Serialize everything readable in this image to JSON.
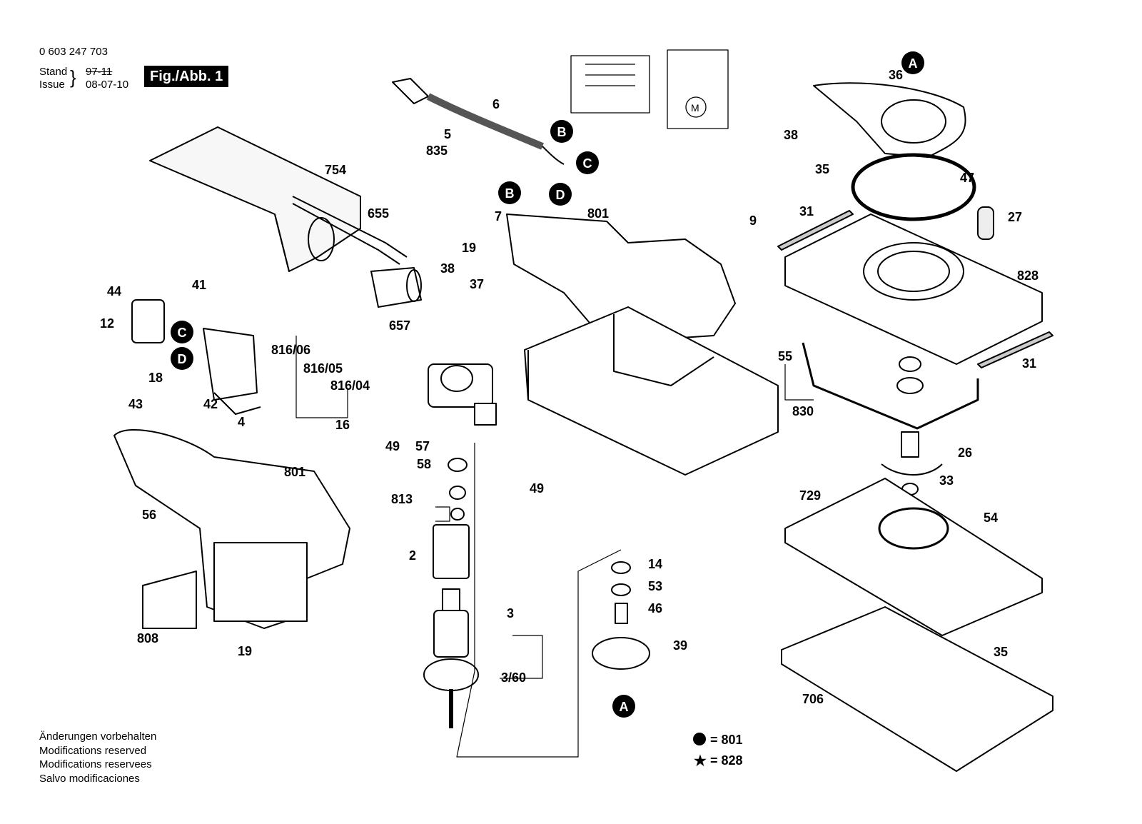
{
  "header": {
    "part_number": "0 603 247 703",
    "stand_label": "Stand",
    "issue_label": "Issue",
    "old_date": "97-11",
    "issue_date": "08-07-10",
    "figure_label": "Fig./Abb. 1"
  },
  "legend": {
    "badge_ref": "= 801",
    "star_ref": "= 828"
  },
  "notes": [
    "Änderungen vorbehalten",
    "Modifications reserved",
    "Modifications reservees",
    "Salvo modificaciones"
  ],
  "callouts": [
    "A",
    "B",
    "C",
    "D"
  ],
  "part_labels": [
    "6",
    "5",
    "835",
    "754",
    "655",
    "657",
    "7",
    "801",
    "9",
    "19",
    "38",
    "37",
    "36",
    "38",
    "35",
    "47",
    "31",
    "27",
    "828",
    "44",
    "41",
    "12",
    "816/06",
    "816/05",
    "816/04",
    "18",
    "43",
    "42",
    "4",
    "16",
    "55",
    "830",
    "49",
    "57",
    "58",
    "49",
    "813",
    "801",
    "56",
    "2",
    "26",
    "33",
    "729",
    "54",
    "14",
    "53",
    "46",
    "39",
    "3",
    "3/60",
    "808",
    "19",
    "35",
    "706",
    "31"
  ],
  "colors": {
    "ink": "#000000",
    "paper": "#ffffff",
    "fill": "#f2f2f2"
  }
}
